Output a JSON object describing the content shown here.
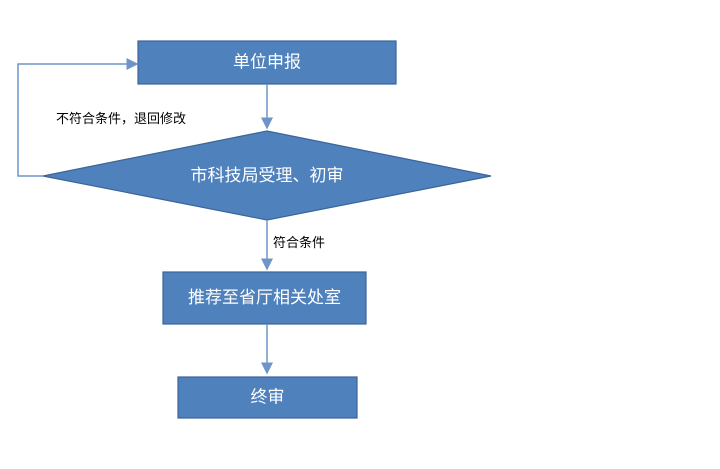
{
  "colors": {
    "node_fill": "#4f81bd",
    "node_stroke": "#3b6598",
    "edge": "#6f95c8",
    "label_text": "#000000"
  },
  "nodes": {
    "unit_report": "单位申报",
    "city_review": "市科技局受理、初审",
    "recommend": "推荐至省厅相关处室",
    "final_review": "终审"
  },
  "edge_labels": {
    "reject": "不符合条件，退回修改",
    "accept": "符合条件"
  }
}
